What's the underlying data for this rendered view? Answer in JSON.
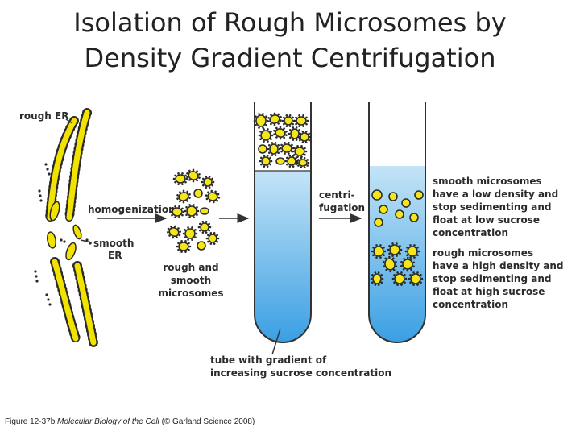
{
  "title": {
    "line1": "Isolation of Rough Microsomes by",
    "line2": "Density Gradient Centrifugation"
  },
  "labels": {
    "rough_er": "rough ER",
    "homogenization": "homogenization",
    "smooth_er_1": "smooth",
    "smooth_er_2": "ER",
    "microsomes_1": "rough and",
    "microsomes_2": "smooth",
    "microsomes_3": "microsomes",
    "centrifugation_1": "centri-",
    "centrifugation_2": "fugation",
    "smooth_desc": [
      "smooth microsomes",
      "have a low density and",
      "stop sedimenting and",
      "float at low sucrose",
      "concentration"
    ],
    "rough_desc": [
      "rough microsomes",
      "have a high density and",
      "stop sedimenting and",
      "float at high sucrose",
      "concentration"
    ],
    "tube_1": "tube with gradient of",
    "tube_2": "increasing sucrose concentration"
  },
  "caption": {
    "figure": "Figure 12-37b",
    "book": "Molecular Biology of the Cell",
    "credit": "(© Garland Science 2008)"
  },
  "colors": {
    "vesicle_yellow": "#f5e61a",
    "er_yellow": "#f2e200",
    "outline": "#2a2a2a",
    "gradient_top": "#c2e2f6",
    "gradient_bottom": "#3aa0e4",
    "tube_outline": "#333333"
  }
}
